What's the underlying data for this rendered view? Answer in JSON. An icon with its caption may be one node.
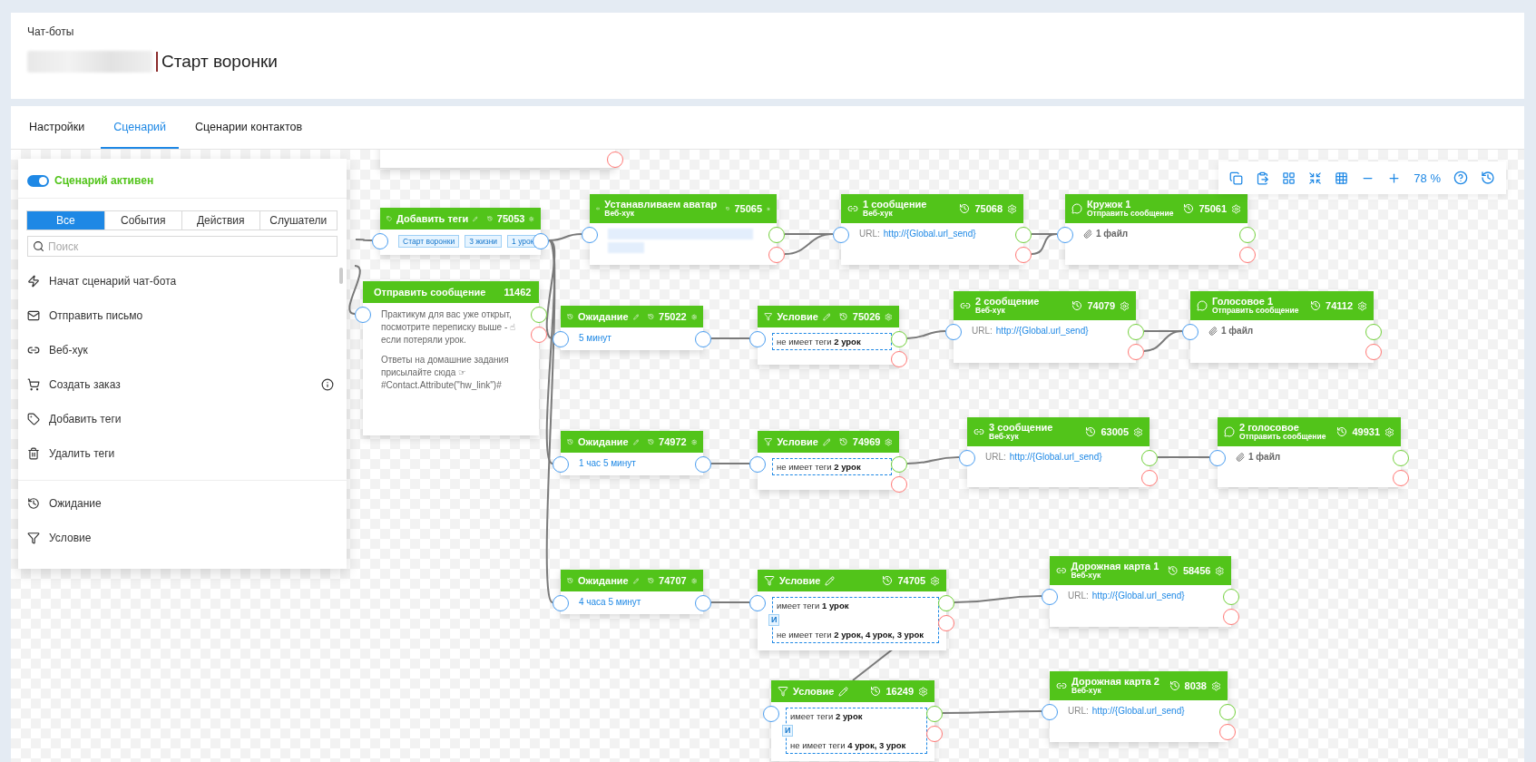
{
  "diagram": {
    "title": "Старт воронки",
    "nodes": [
      {
        "text": [],
        "shape": "box"
      },
      {
        "text": [
          "Добавить теги",
          "75053",
          "Старт воронки",
          "3 жизни",
          "1 урок"
        ]
      },
      {
        "text": [
          "Устанавливаем аватар",
          "Веб-хук",
          "75065"
        ]
      },
      {
        "text": [
          "1 сообщение",
          "Веб-хук",
          "75068",
          "URL:",
          "http://{Global.url_send}"
        ]
      },
      {
        "text": [
          "Кружок 1",
          "Отправить сообщение",
          "75061",
          "1 файл"
        ]
      },
      {
        "text": [
          "Отправить сообщение",
          "11462",
          "Практикум для вас уже открыт, посмотрите переписку выше - ☝ если потеряли урок.",
          "Ответы на домашние задания присылайте сюда ☞ #Contact.Attribute(\"hw_link\")#"
        ]
      },
      {
        "text": [
          "Ожидание",
          "75022",
          "5 минут"
        ]
      },
      {
        "text": [
          "Условие",
          "75026",
          "не имеет теги **2 урок**"
        ]
      },
      {
        "text": [
          "2 сообщение",
          "Веб-хук",
          "74079",
          "URL:",
          "http://{Global.url_send}"
        ]
      },
      {
        "text": [
          "Голосовое 1",
          "Отправить сообщение",
          "74112",
          "1 файл"
        ]
      },
      {
        "text": [
          "Ожидание",
          "74972",
          "1 час 5 минут"
        ]
      },
      {
        "text": [
          "Условие",
          "74969",
          "не имеет теги **2 урок**"
        ]
      },
      {
        "text": [
          "3 сообщение",
          "Веб-хук",
          "63005",
          "URL:",
          "http://{Global.url_send}"
        ]
      },
      {
        "text": [
          "2 голосовое",
          "Отправить сообщение",
          "49931",
          "1 файл"
        ]
      },
      {
        "text": [
          "Ожидание",
          "74707",
          "4 часа 5 минут"
        ]
      },
      {
        "text": [
          "Условие",
          "74705",
          "имеет теги **1 урок**",
          "И",
          "не имеет теги **2 урок, 4 урок, 3 урок**"
        ]
      },
      {
        "text": [
          "Дорожная карта 1",
          "Веб-хук",
          "58456",
          "URL:",
          "http://{Global.url_send}"
        ]
      },
      {
        "text": [
          "Условие",
          "16249",
          "имеет теги **2 урок**",
          "И",
          "не имеет теги **4 урок, 3 урок**"
        ]
      },
      {
        "text": [
          "Дорожная карта 2",
          "Веб-хук",
          "8038",
          "URL:",
          "http://{Global.url_send}"
        ]
      }
    ],
    "edges": [
      {
        "from": null,
        "to": 1,
        "arrow": "none"
      },
      {
        "from": null,
        "to": 5,
        "arrow": "none"
      },
      {
        "from": 1,
        "to": 2,
        "arrow": "none"
      },
      {
        "from": 1,
        "to": 6,
        "arrow": "none"
      },
      {
        "from": 1,
        "to": 10,
        "arrow": "none"
      },
      {
        "from": 1,
        "to": 14,
        "arrow": "none"
      },
      {
        "from": 2,
        "to": 3,
        "arrow": "none"
      },
      {
        "from": 2,
        "to": 3,
        "arrow": "none"
      },
      {
        "from": 3,
        "to": 4,
        "arrow": "none"
      },
      {
        "from": 3,
        "to": 4,
        "arrow": "none"
      },
      {
        "from": 6,
        "to": 7,
        "arrow": "none"
      },
      {
        "from": 7,
        "to": 8,
        "arrow": "none"
      },
      {
        "from": 8,
        "to": 9,
        "arrow": "none"
      },
      {
        "from": 8,
        "to": 9,
        "arrow": "none"
      },
      {
        "from": 10,
        "to": 11,
        "arrow": "none"
      },
      {
        "from": 11,
        "to": 12,
        "arrow": "none"
      },
      {
        "from": 12,
        "to": 13,
        "arrow": "none"
      },
      {
        "from": 14,
        "to": 15,
        "arrow": "none"
      },
      {
        "from": 15,
        "to": 16,
        "arrow": "none"
      },
      {
        "from": 15,
        "to": 17,
        "arrow": "none"
      },
      {
        "from": 17,
        "to": 18,
        "arrow": "none"
      }
    ],
    "labels": [
      "Чат-боты",
      "Настройки",
      "Сценарий",
      "Сценарии контактов",
      "Сценарий активен",
      "Все",
      "События",
      "Действия",
      "Слушатели",
      "Поиск",
      "Начат сценарий чат-бота",
      "Отправить письмо",
      "Веб-хук",
      "Создать заказ",
      "Добавить теги",
      "Удалить теги",
      "Ожидание",
      "Условие",
      "78 %"
    ]
  }
}
